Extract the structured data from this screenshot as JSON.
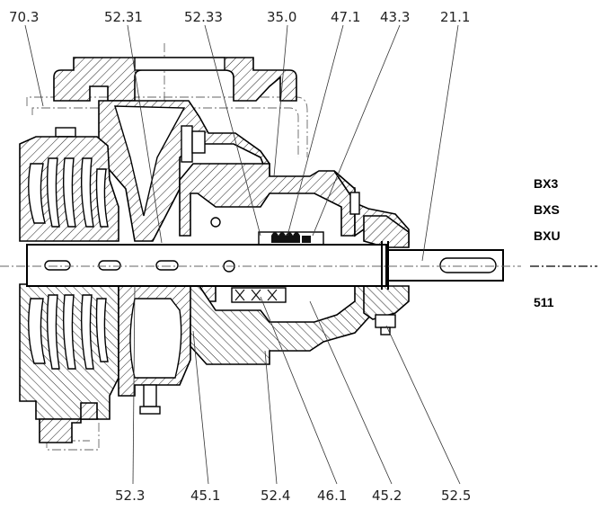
{
  "top_labels": [
    "70.3",
    "52.31",
    "52.33",
    "35.0",
    "47.1",
    "43.3",
    "21.1"
  ],
  "bottom_labels": [
    "52.3",
    "45.1",
    "52.4",
    "46.1",
    "45.2",
    "52.5"
  ],
  "side_codes": [
    "BX3",
    "BXS",
    "BXU"
  ],
  "side_code_bottom": "511"
}
